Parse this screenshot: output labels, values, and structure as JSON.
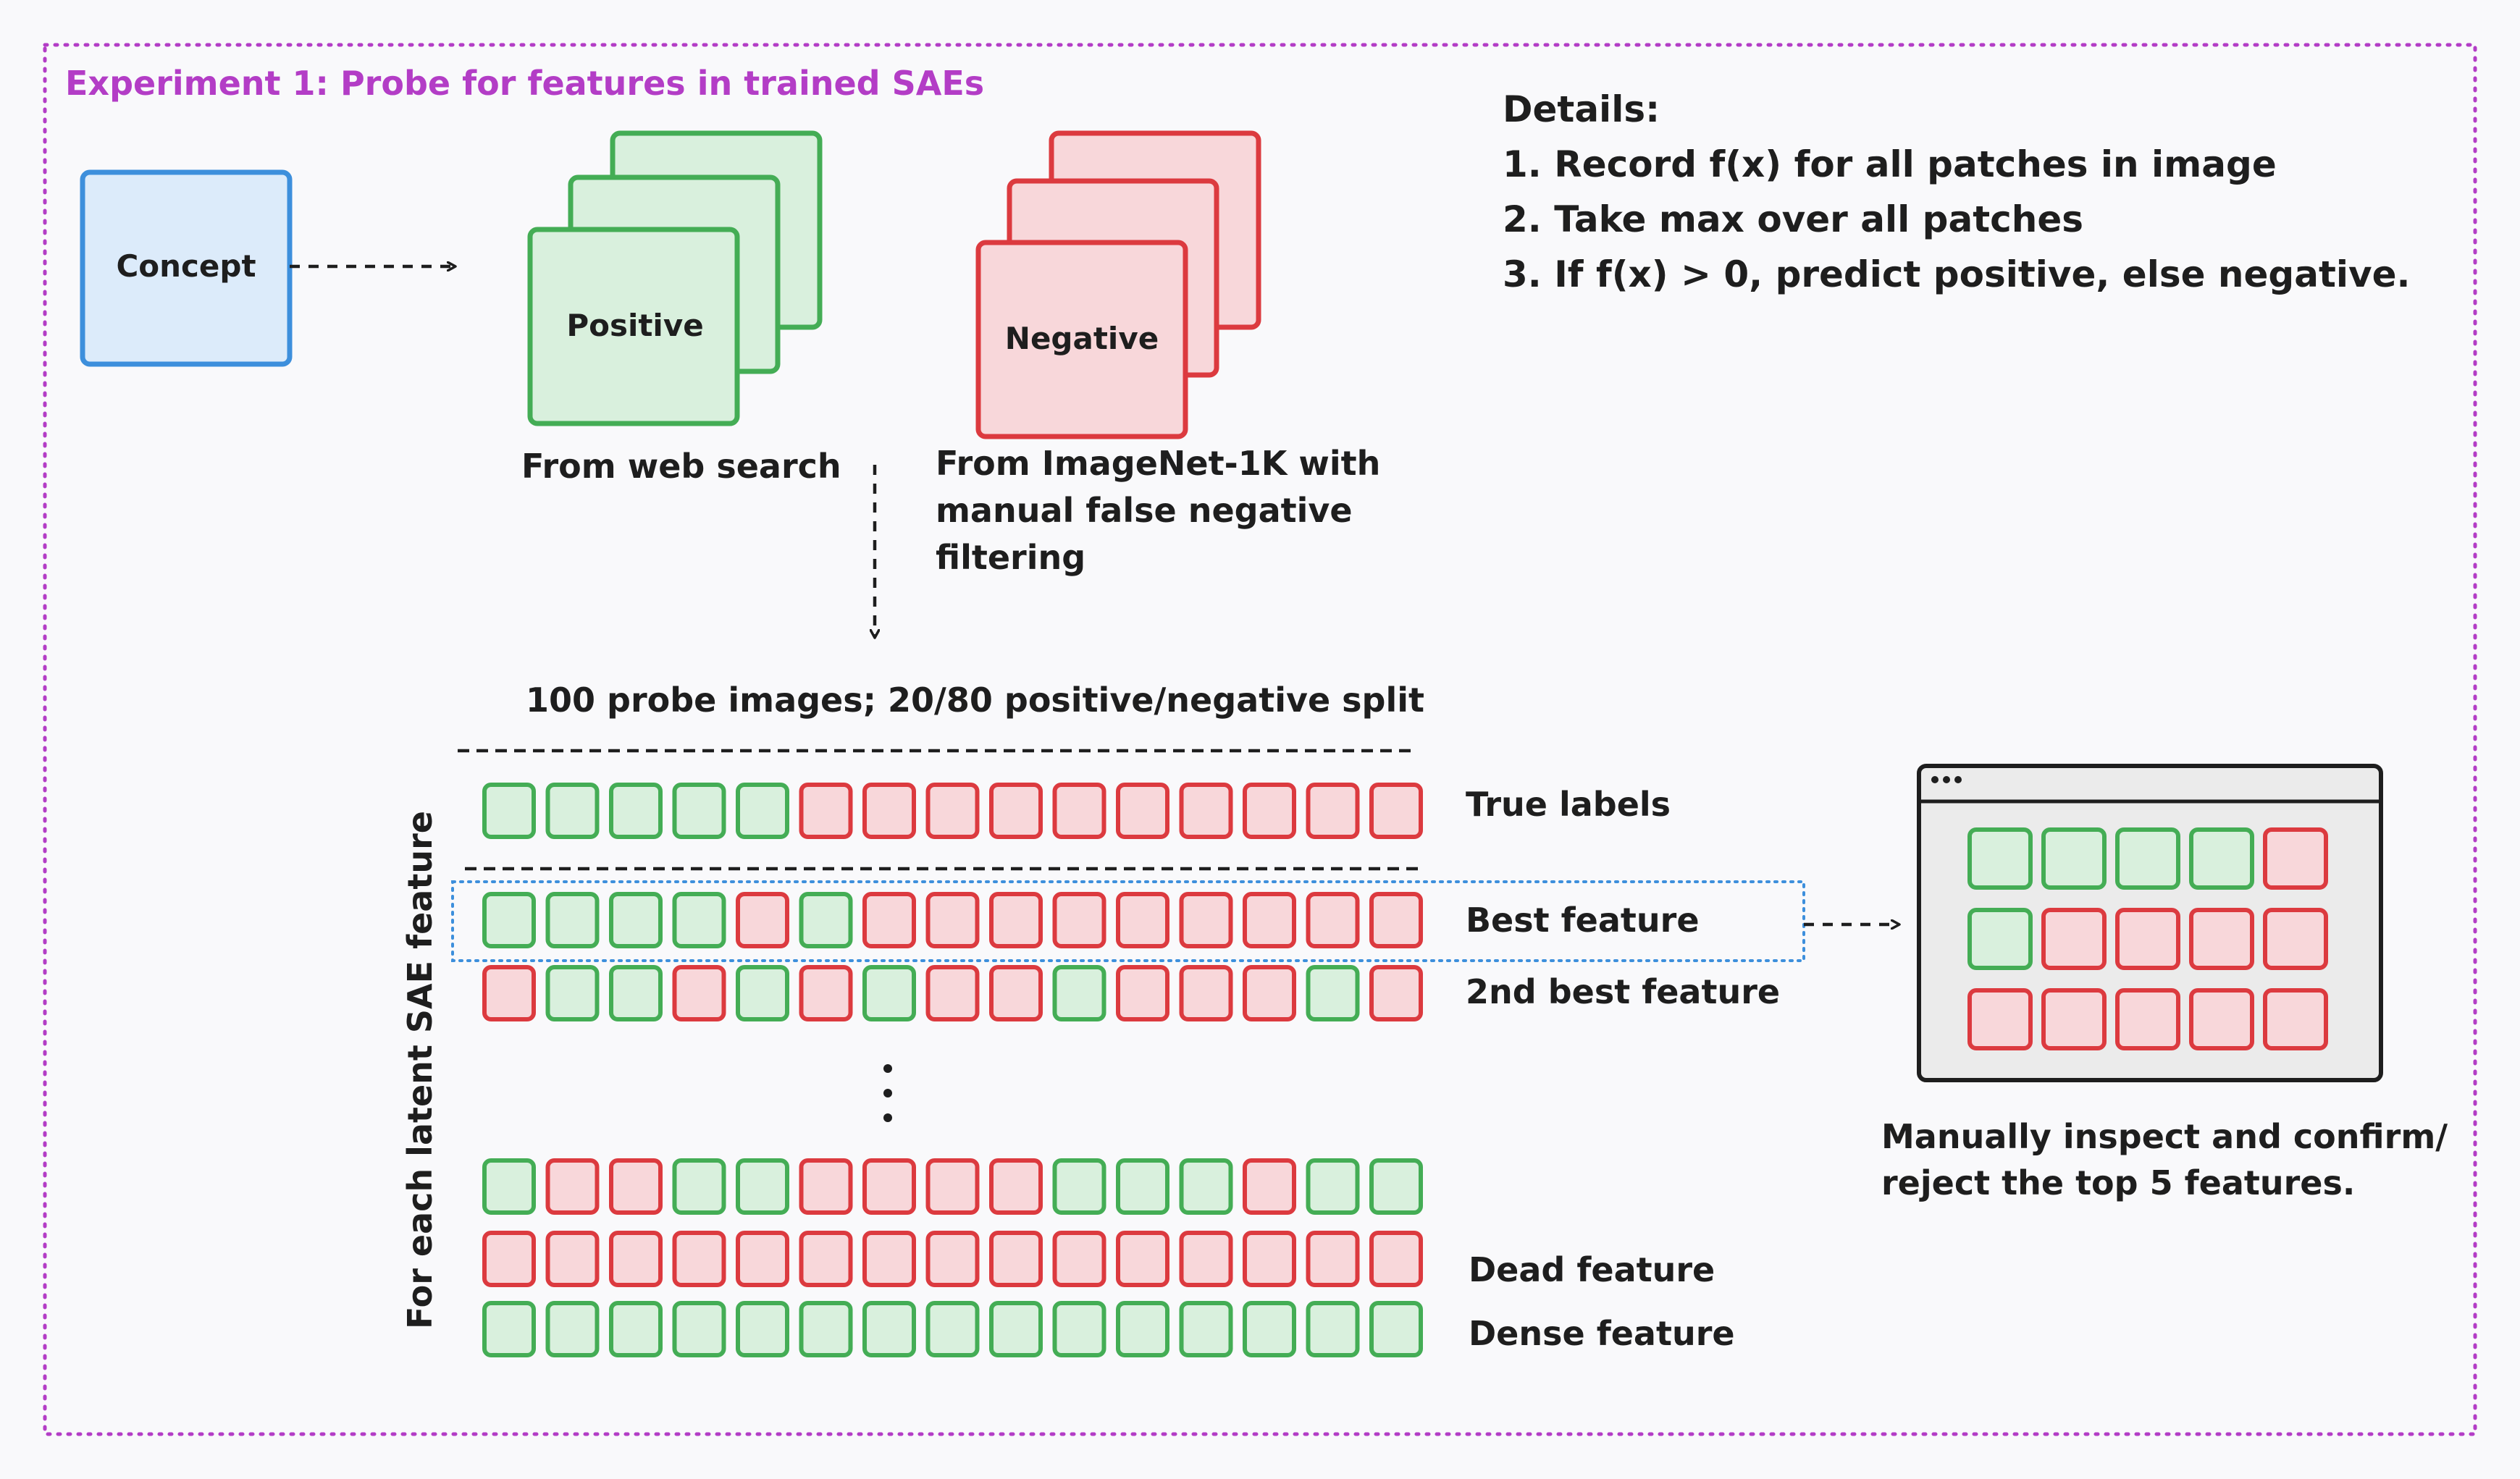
{
  "title": "Experiment 1: Probe for features in trained SAEs",
  "concept_label": "Concept",
  "positive_label": "Positive",
  "negative_label": "Negative",
  "positive_source": "From web search",
  "negative_source": [
    "From ImageNet-1K with",
    "manual false negative",
    "filtering"
  ],
  "details": {
    "heading": "Details:",
    "steps": [
      "1. Record f(x) for all patches in image",
      "2. Take max over all patches",
      "3. If f(x) > 0, predict positive, else negative."
    ]
  },
  "probe_caption": "100 probe images; 20/80 positive/negative split",
  "y_axis_label": "For each latent SAE feature",
  "ellipsis": "⋮",
  "colors": {
    "positive_fill": "#d9f0dd",
    "positive_stroke": "#44ad55",
    "negative_fill": "#f8d7da",
    "negative_stroke": "#dc3a3f",
    "concept_fill": "#dcebfa",
    "concept_stroke": "#3d8fdc",
    "title": "#b33dc6",
    "frame": "#b33dc6",
    "highlight": "#3d8fdc"
  },
  "rows": [
    {
      "label": "True labels",
      "pattern": "PPPPPNNNNNNNNNN"
    },
    {
      "label": "Best feature",
      "pattern": "PPPPNPNNNNNNNNN"
    },
    {
      "label": "2nd best feature",
      "pattern": "NPPNPNPNNPNNNPN"
    },
    {
      "label": "",
      "pattern": "PNNPPNNNNPPPNPP"
    },
    {
      "label": "Dead feature",
      "pattern": "NNNNNNNNNNNNNNN"
    },
    {
      "label": "Dense feature",
      "pattern": "PPPPPPPPPPPPPPP"
    }
  ],
  "inspect_grid": [
    "PPPPN",
    "PNNNN",
    "NNNNN"
  ],
  "inspect_caption": [
    "Manually inspect and confirm/",
    "reject the top 5 features."
  ]
}
